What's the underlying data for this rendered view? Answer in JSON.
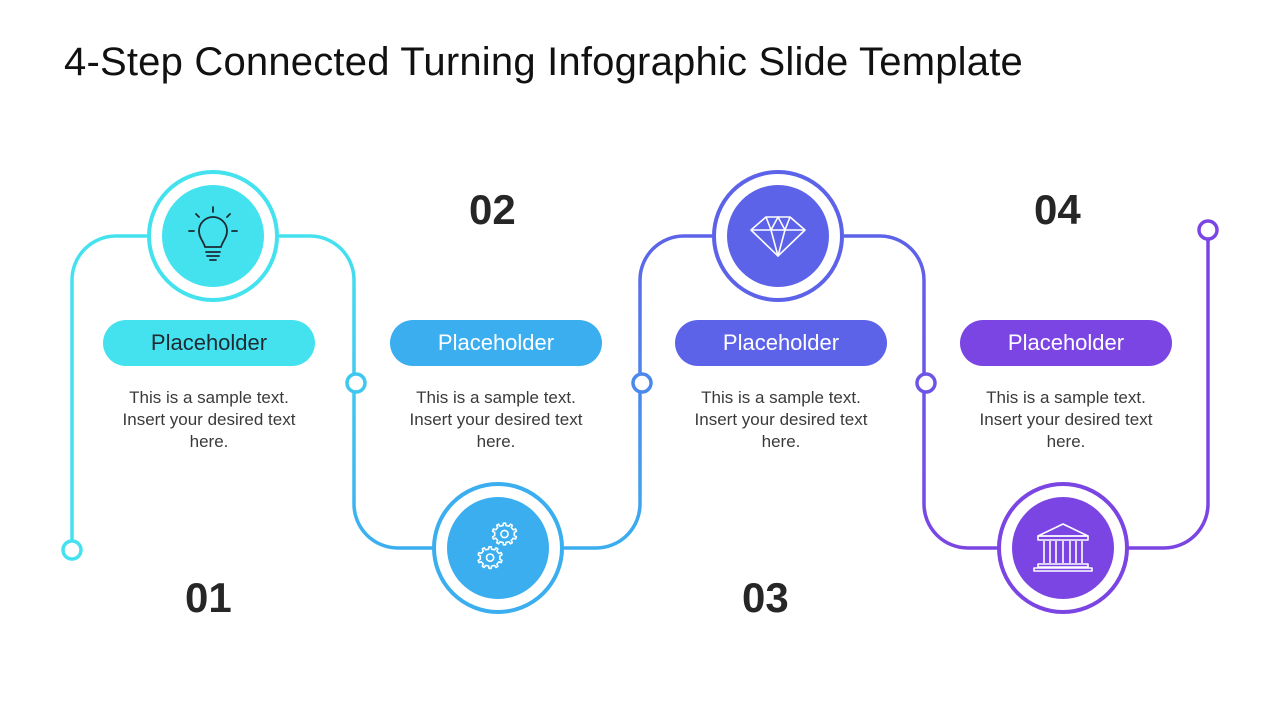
{
  "title": "4-Step Connected Turning Infographic Slide Template",
  "colors": {
    "step1": "#44E2EE",
    "step2": "#3BAEF0",
    "step3": "#5D63E8",
    "step4": "#7B45E4"
  },
  "steps": [
    {
      "number": "01",
      "label": "Placeholder",
      "text_lines": [
        "This is a sample text.",
        "Insert your desired text",
        "here."
      ],
      "icon": "lightbulb-icon"
    },
    {
      "number": "02",
      "label": "Placeholder",
      "text_lines": [
        "This is a sample text.",
        "Insert your desired text",
        "here."
      ],
      "icon": "gears-icon"
    },
    {
      "number": "03",
      "label": "Placeholder",
      "text_lines": [
        "This is a sample text.",
        "Insert your desired text",
        "here."
      ],
      "icon": "diamond-icon"
    },
    {
      "number": "04",
      "label": "Placeholder",
      "text_lines": [
        "This is a sample text.",
        "Insert your desired text",
        "here."
      ],
      "icon": "bank-icon"
    }
  ]
}
